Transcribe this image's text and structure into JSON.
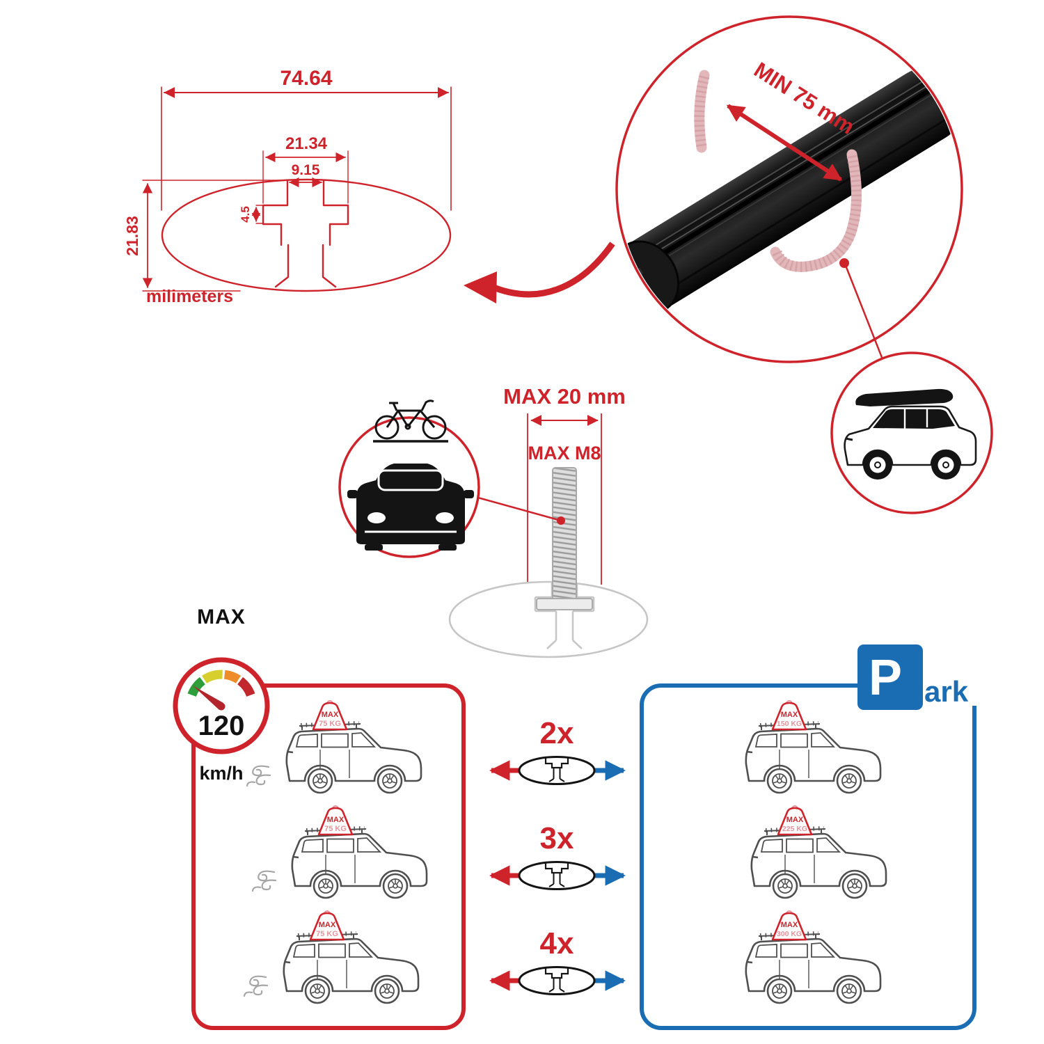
{
  "colors": {
    "red": "#cf232b",
    "blue": "#1b6db3",
    "pink": "#e4939b",
    "ghost_gray": "#c6c6c6",
    "car_line": "#4f4f4f",
    "bar_black": "#141414"
  },
  "profile_dimensions": {
    "total_width": "74.64",
    "channel_width": "21.34",
    "slot_width": "9.15",
    "lip_depth": "4.5",
    "total_height": "21.83",
    "units_label": "milimeters"
  },
  "bar_detail": {
    "min_span_label": "MIN 75 mm"
  },
  "bolt_detail": {
    "max_width_label": "MAX 20 mm",
    "max_thread_label": "MAX M8"
  },
  "speed_limit": {
    "title": "MAX",
    "value": "120",
    "units": "km/h"
  },
  "driving_loads": [
    {
      "label": "MAX",
      "value": "75 KG"
    },
    {
      "label": "MAX",
      "value": "75 KG"
    },
    {
      "label": "MAX",
      "value": "75 KG"
    }
  ],
  "parked_loads": [
    {
      "label": "MAX",
      "value": "150 KG"
    },
    {
      "label": "MAX",
      "value": "225 KG"
    },
    {
      "label": "MAX",
      "value": "300 KG"
    }
  ],
  "bar_counts": [
    "2x",
    "3x",
    "4x"
  ],
  "park_sign": {
    "letter": "P",
    "rest": "ark"
  }
}
